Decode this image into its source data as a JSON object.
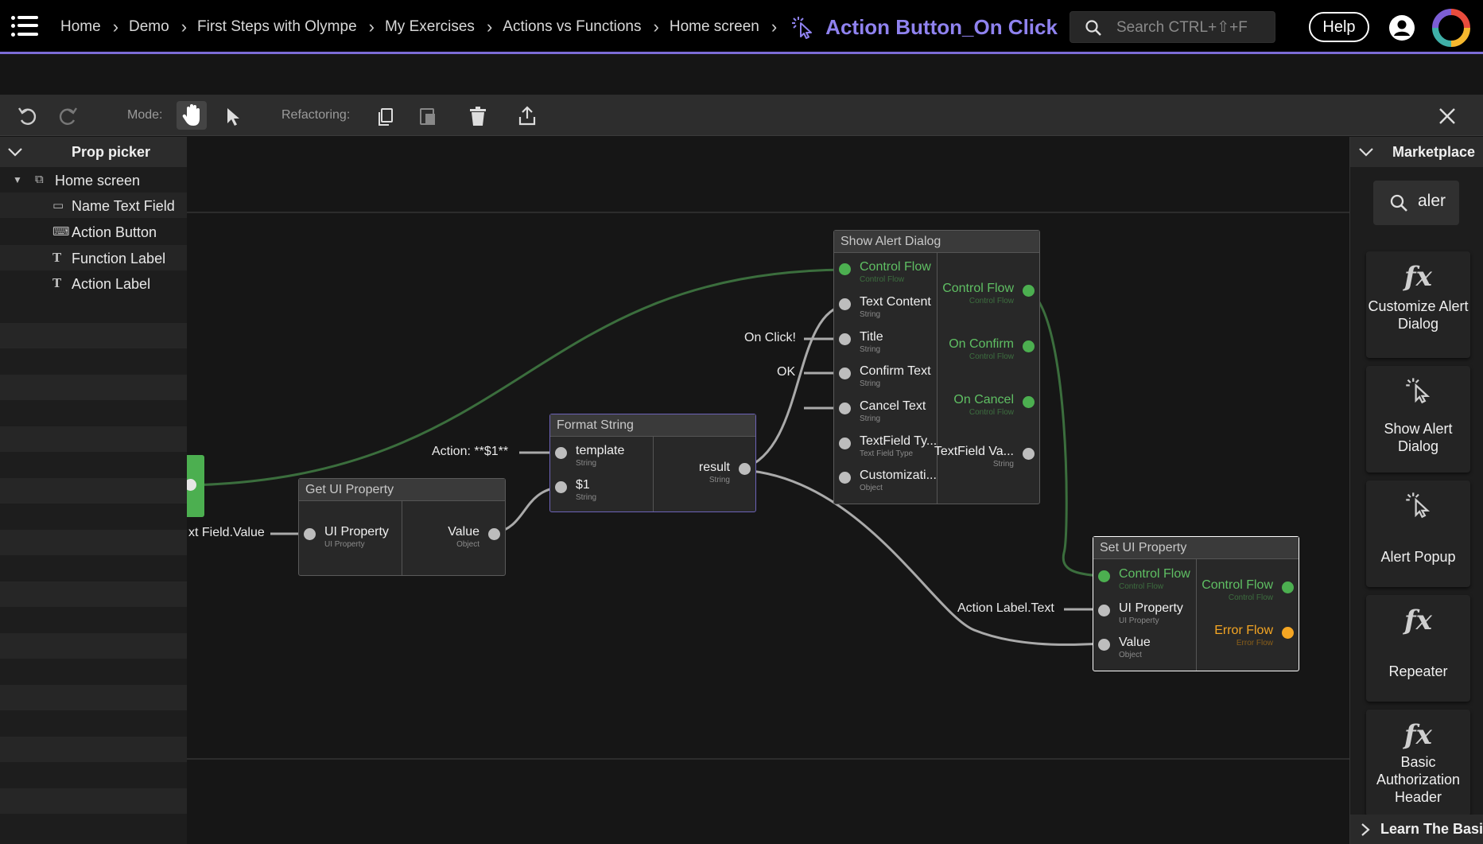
{
  "header": {
    "breadcrumb": [
      "Home",
      "Demo",
      "First Steps with Olympe",
      "My Exercises",
      "Actions vs Functions",
      "Home screen"
    ],
    "current": "Action Button_On Click",
    "search_placeholder": "Search CTRL+⇧+F",
    "help_label": "Help"
  },
  "toolbar": {
    "mode_label": "Mode:",
    "refactoring_label": "Refactoring:"
  },
  "prop_picker": {
    "title": "Prop picker",
    "root": "Home screen",
    "items": [
      "Name Text Field",
      "Action Button",
      "Function Label",
      "Action Label"
    ]
  },
  "canvas": {
    "left_label": "xt Field.Value",
    "get_ui": {
      "title": "Get UI Property",
      "in_name": "UI Property",
      "in_type": "UI Property",
      "out_name": "Value",
      "out_type": "Object"
    },
    "format": {
      "title": "Format String",
      "in1_name": "template",
      "in1_type": "String",
      "in2_name": "$1",
      "in2_type": "String",
      "out_name": "result",
      "out_type": "String",
      "template_const": "Action: **$1**"
    },
    "alert": {
      "title": "Show Alert Dialog",
      "inputs": [
        {
          "name": "Control Flow",
          "type": "Control Flow"
        },
        {
          "name": "Text Content",
          "type": "String"
        },
        {
          "name": "Title",
          "type": "String"
        },
        {
          "name": "Confirm Text",
          "type": "String"
        },
        {
          "name": "Cancel Text",
          "type": "String"
        },
        {
          "name": "TextField Ty...",
          "type": "Text Field Type"
        },
        {
          "name": "Customizati...",
          "type": "Object"
        }
      ],
      "outputs": [
        {
          "name": "Control Flow",
          "type": "Control Flow"
        },
        {
          "name": "On Confirm",
          "type": "Control Flow"
        },
        {
          "name": "On Cancel",
          "type": "Control Flow"
        },
        {
          "name": "TextField Va...",
          "type": "String"
        }
      ],
      "title_const": "On Click!",
      "confirm_const": "OK"
    },
    "set_ui": {
      "title": "Set UI Property",
      "inputs": [
        {
          "name": "Control Flow",
          "type": "Control Flow"
        },
        {
          "name": "UI Property",
          "type": "UI Property"
        },
        {
          "name": "Value",
          "type": "Object"
        }
      ],
      "outputs": [
        {
          "name": "Control Flow",
          "type": "Control Flow"
        },
        {
          "name": "Error Flow",
          "type": "Error Flow"
        }
      ],
      "prop_const": "Action Label.Text"
    }
  },
  "marketplace": {
    "title": "Marketplace",
    "search_value": "aler",
    "cards": [
      {
        "label": "Customize Alert Dialog",
        "icon": "fx-icon"
      },
      {
        "label": "Show Alert Dialog",
        "icon": "pointer-click-icon"
      },
      {
        "label": "Alert Popup",
        "icon": "pointer-click-icon"
      },
      {
        "label": "Repeater",
        "icon": "fx-icon"
      },
      {
        "label": "Basic Authorization Header",
        "icon": "fx-icon"
      }
    ],
    "learn_label": "Learn The Basics"
  },
  "colors": {
    "accent": "#8f82ef",
    "control_flow": "#4caf50",
    "error_flow": "#f5a623"
  }
}
